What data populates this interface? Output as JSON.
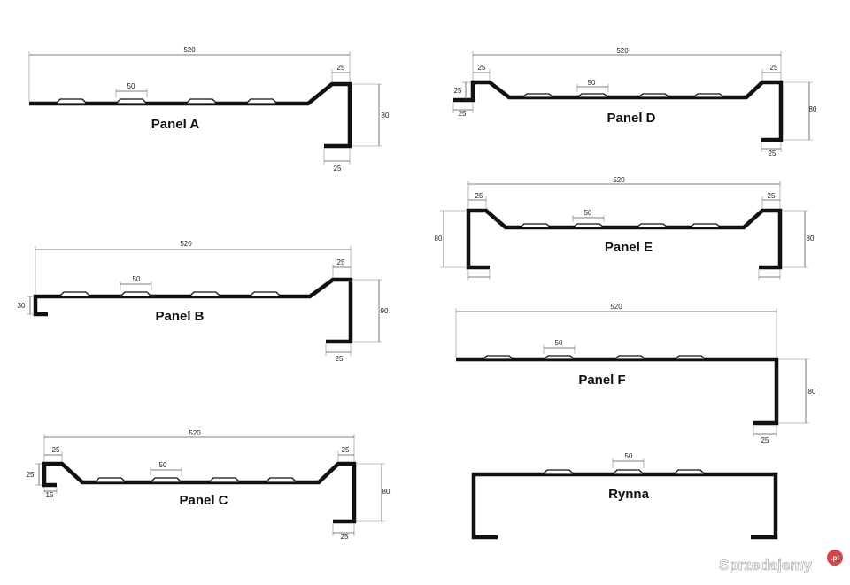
{
  "panels": {
    "a": {
      "title": "Panel A",
      "width": "520",
      "rib": "50",
      "top_flange": "25",
      "height": "80",
      "bottom_lip": "25"
    },
    "b": {
      "title": "Panel B",
      "width": "520",
      "rib": "50",
      "top_flange": "25",
      "height": "90",
      "bottom_lip": "25",
      "left_height": "30"
    },
    "c": {
      "title": "Panel C",
      "width": "520",
      "rib": "50",
      "left_flange": "25",
      "left_height": "25",
      "left_lip": "15",
      "right_flange": "25",
      "height": "80",
      "bottom_lip": "25"
    },
    "d": {
      "title": "Panel D",
      "width": "520",
      "rib": "50",
      "left_flange": "25",
      "left_height": "25",
      "left_lip": "25",
      "right_flange": "25",
      "height": "80",
      "bottom_lip": "25"
    },
    "e": {
      "title": "Panel E",
      "width": "520",
      "rib": "50",
      "left_flange": "25",
      "right_flange": "25",
      "left_height": "80",
      "right_height": "80"
    },
    "f": {
      "title": "Panel F",
      "width": "520",
      "rib": "50",
      "height": "80",
      "bottom_lip": "25"
    },
    "rynna": {
      "title": "Rynna",
      "rib": "50"
    }
  },
  "watermark": {
    "text": "Sprzedajemy",
    "badge": ".pl"
  }
}
